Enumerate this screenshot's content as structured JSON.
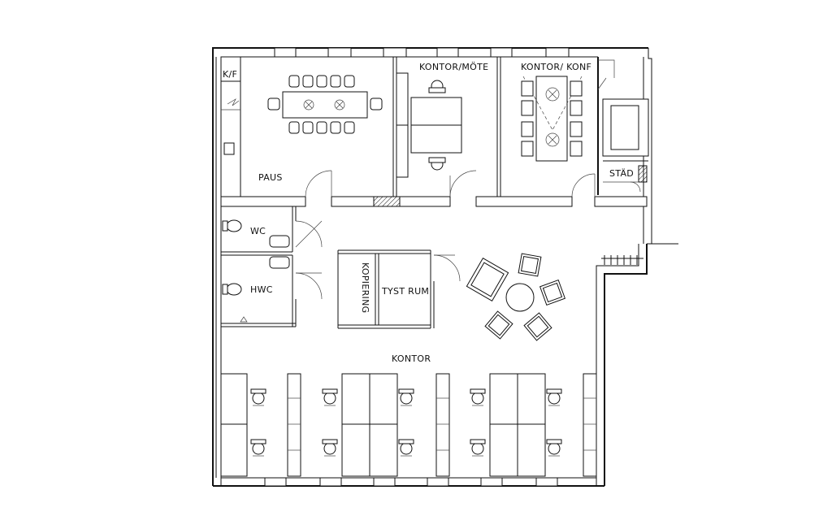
{
  "rooms": {
    "kf": "K/F",
    "paus": "PAUS",
    "kontor_mote": "KONTOR/MÖTE",
    "kontor_konf": "KONTOR/ KONF",
    "stad": "STÄD",
    "wc": "WC",
    "hwc": "HWC",
    "kopiering": "KOPIERING",
    "tyst_rum": "TYST RUM",
    "kontor": "KONTOR"
  }
}
